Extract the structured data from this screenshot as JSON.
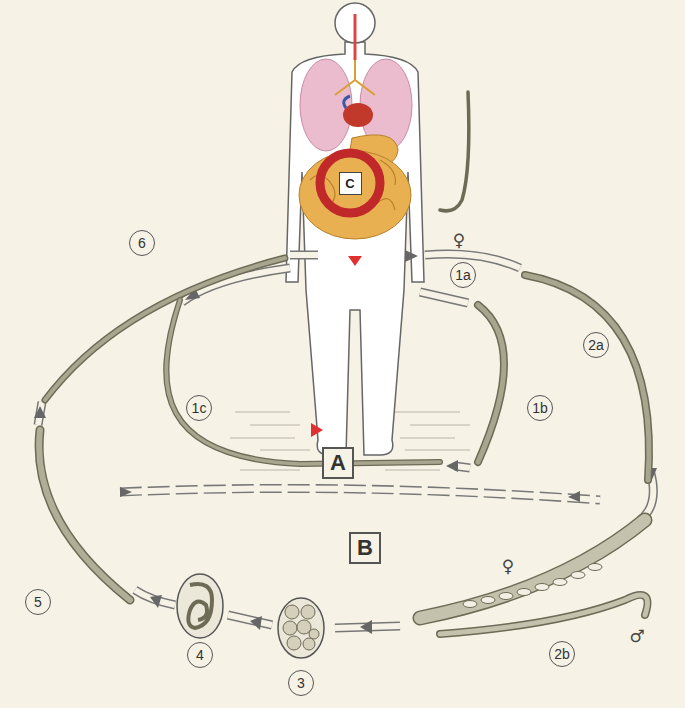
{
  "diagram": {
    "nodes": [
      {
        "text": [
          "C"
        ]
      },
      {
        "text": [
          "6"
        ]
      },
      {
        "text": [
          "1a"
        ]
      },
      {
        "text": [
          "2a"
        ]
      },
      {
        "text": [
          "1c"
        ]
      },
      {
        "text": [
          "1b"
        ]
      },
      {
        "text": [
          "A"
        ]
      },
      {
        "text": [
          "B"
        ]
      },
      {
        "text": [
          "5"
        ]
      },
      {
        "text": [
          "4"
        ]
      },
      {
        "text": [
          "3"
        ]
      },
      {
        "text": [
          "2b"
        ]
      }
    ],
    "labels": [
      "♀",
      "♀",
      "♂"
    ]
  }
}
